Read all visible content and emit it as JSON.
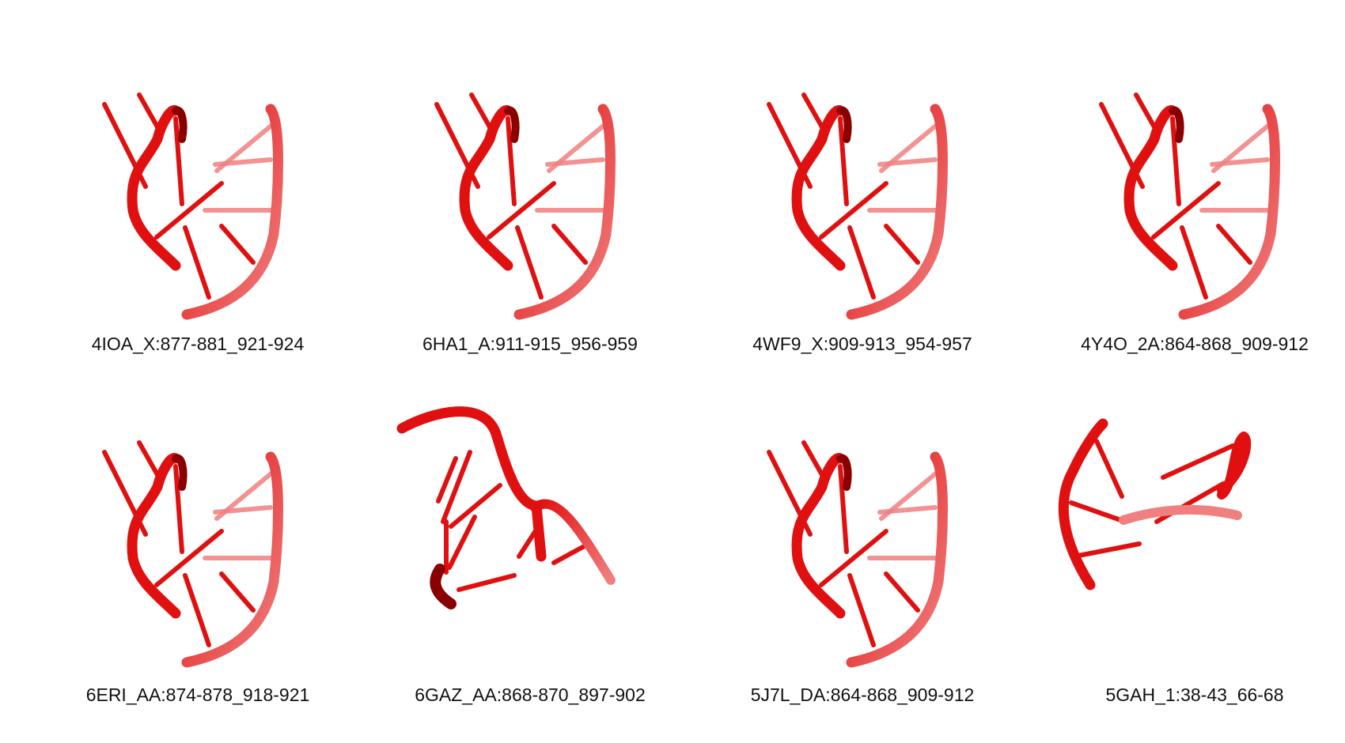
{
  "colors": {
    "strand": "#e01010",
    "dark": "#8a0000",
    "faded": "#f08080"
  },
  "panels": [
    {
      "label": "4IOA_X:877-881_921-924",
      "shape": "hairpin"
    },
    {
      "label": "6HA1_A:911-915_956-959",
      "shape": "hairpin"
    },
    {
      "label": "4WF9_X:909-913_954-957",
      "shape": "hairpin"
    },
    {
      "label": "4Y4O_2A:864-868_909-912",
      "shape": "hairpin"
    },
    {
      "label": "6ERI_AA:874-878_918-921",
      "shape": "hairpin"
    },
    {
      "label": "6GAZ_AA:868-870_897-902",
      "shape": "arch"
    },
    {
      "label": "5J7L_DA:864-868_909-912",
      "shape": "hairpin"
    },
    {
      "label": "5GAH_1:38-43_66-68",
      "shape": "twist"
    }
  ]
}
